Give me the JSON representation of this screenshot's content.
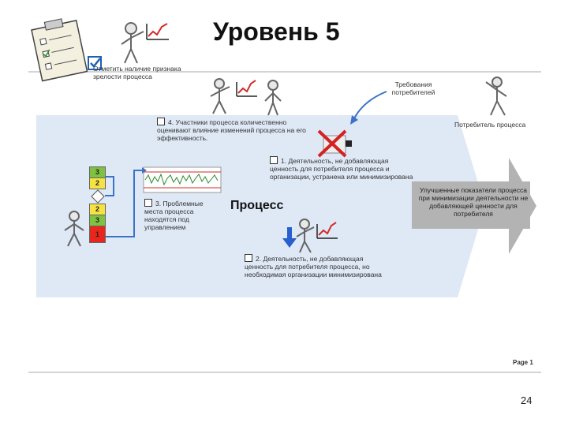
{
  "slide": {
    "title": "Уровень 5",
    "page_label": "Page 1",
    "page_number": "24"
  },
  "labels": {
    "mark_presence": "Отметить наличие признака зрелости процесса",
    "customer_requirements": "Требования потребителей",
    "process_consumer": "Потребитель процесса",
    "step4": "4. Участники процесса количественно оценивают влияние изменений процесса на его эффективность.",
    "step1": "1. Деятельность, не добавляющая ценность для потребителя процесса и организации, устранена или минимизирована",
    "step3": "3. Проблемные места процесса находятся под управлением",
    "process": "Процесс",
    "improved": "Улучшенные показатели процесса при минимизации деятельности не добавляющей ценности для потребителя",
    "step2": "2. Деятельность, не добавляющая ценность для потребителя процесса, но необходимая организации минимизирована"
  },
  "levels": {
    "top": [
      "3",
      "2"
    ],
    "bottom": [
      "2",
      "3",
      "1"
    ]
  },
  "colors": {
    "process_band": "#dfe8f5",
    "arrow_gray": "#b3b3b3",
    "level_yellow": "#f5e342",
    "level_green": "#7fc241",
    "level_red": "#e8261c",
    "connector_blue": "#3b73c8",
    "check_blue": "#1f5fb4",
    "down_arrow_blue": "#2a5fcf",
    "red_cross": "#d42222",
    "chart_red": "#d22b2b"
  },
  "icons": [
    "clipboard-icon",
    "checkbox-icon",
    "stick-figure-icon",
    "trend-chart-icon",
    "red-x-icon",
    "control-chart-icon",
    "down-arrow-icon"
  ]
}
